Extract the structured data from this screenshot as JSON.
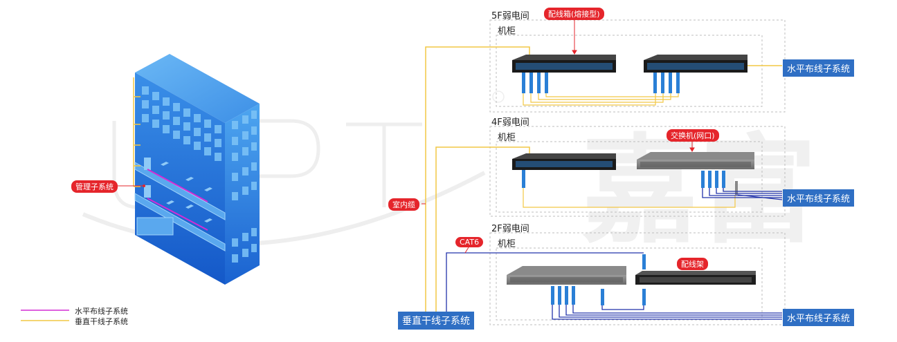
{
  "floors": [
    {
      "title": "5F弱电间",
      "cabinet": "机柜"
    },
    {
      "title": "4F弱电间",
      "cabinet": "机柜"
    },
    {
      "title": "2F弱电间",
      "cabinet": "机柜"
    }
  ],
  "tags": {
    "fiber_box": "配线箱(熔接型)",
    "switch": "交换机(网口)",
    "patch_panel": "配线架",
    "indoor_cable": "室内缆",
    "cat6": "CAT6",
    "mgmt": "管理子系统"
  },
  "systems": {
    "horizontal_5f": "水平布线子系统",
    "horizontal_4f": "水平布线子系统",
    "horizontal_2f": "水平布线子系统",
    "vertical": "垂直干线子系统"
  },
  "legend": [
    {
      "label": "水平布线子系统",
      "color": "#d42cd4"
    },
    {
      "label": "垂直干线子系统",
      "color": "#f2c744"
    }
  ],
  "watermark": "JOPT 嘉富",
  "colors": {
    "yellow": "#f2c744",
    "blue_cable": "#2233aa",
    "magenta": "#d42cd4",
    "red": "#e5252b",
    "box_blue": "#2f6fc4"
  }
}
